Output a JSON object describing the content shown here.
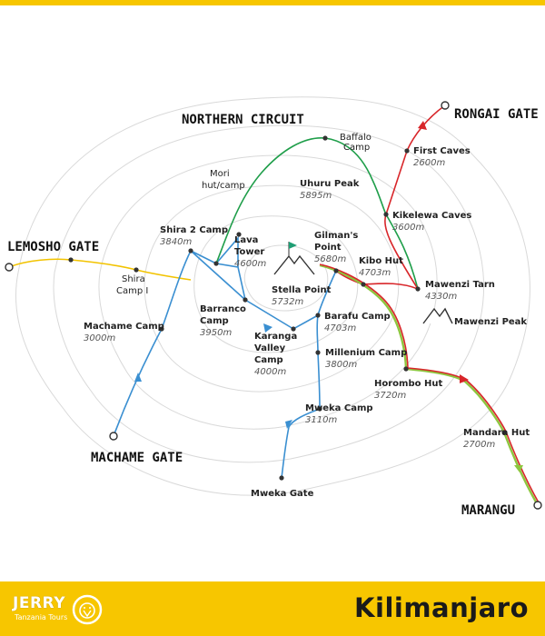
{
  "map": {
    "route_title": "NORTHERN CIRCUIT",
    "gates": {
      "lemosho": "LEMOSHO GATE",
      "machame": "MACHAME GATE",
      "rongai": "RONGAI GATE",
      "marangu": "MARANGU"
    },
    "places": {
      "uhuru_peak": {
        "name": "Uhuru Peak",
        "alt": "5895m"
      },
      "gilmans_point": {
        "name1": "Gilman's",
        "name2": "Point",
        "alt": "5680m"
      },
      "stella_point": {
        "name": "Stella Point",
        "alt": "5732m"
      },
      "kibo_hut": {
        "name": "Kibo Hut",
        "alt": "4703m"
      },
      "mawenzi_tarn": {
        "name": "Mawenzi Tarn",
        "alt": "4330m"
      },
      "mawenzi_peak": {
        "name": "Mawenzi Peak"
      },
      "first_caves": {
        "name": "First Caves",
        "alt": "2600m"
      },
      "kikelewa_caves": {
        "name": "Kikelewa Caves",
        "alt": "3600m"
      },
      "baffalo_camp": {
        "name1": "Baffalo",
        "name2": "Camp"
      },
      "mori_camp": {
        "name1": "Mori",
        "name2": "hut/camp"
      },
      "shira2": {
        "name": "Shira 2 Camp",
        "alt": "3840m"
      },
      "lava_tower": {
        "name1": "Lava",
        "name2": "Tower",
        "alt": "4600m"
      },
      "shira1": {
        "name1": "Shira",
        "name2": "Camp I"
      },
      "machame_camp": {
        "name": "Machame Camp",
        "alt": "3000m"
      },
      "barranco": {
        "name1": "Barranco",
        "name2": "Camp",
        "alt": "3950m"
      },
      "karanga": {
        "name1": "Karanga",
        "name2": "Valley",
        "name3": "Camp",
        "alt": "4000m"
      },
      "barafu": {
        "name": "Barafu Camp",
        "alt": "4703m"
      },
      "millenium": {
        "name": "Millenium Camp",
        "alt": "3800m"
      },
      "horombo": {
        "name": "Horombo Hut",
        "alt": "3720m"
      },
      "mweka_camp": {
        "name": "Mweka Camp",
        "alt": "3110m"
      },
      "mweka_gate": {
        "name": "Mweka Gate"
      },
      "mandara": {
        "name": "Mandara Hut",
        "alt": "2700m"
      }
    }
  },
  "footer": {
    "brand_name": "JERRY",
    "brand_sub": "Tanzania Tours",
    "title": "Kilimanjaro"
  },
  "colors": {
    "accent": "#f7c600",
    "lemosho_route": "#f2c300",
    "northern_route": "#1f9e4a",
    "machame_route": "#3a8fd1",
    "rongai_route": "#d8262a",
    "marangu_route": "#8dc63f"
  }
}
